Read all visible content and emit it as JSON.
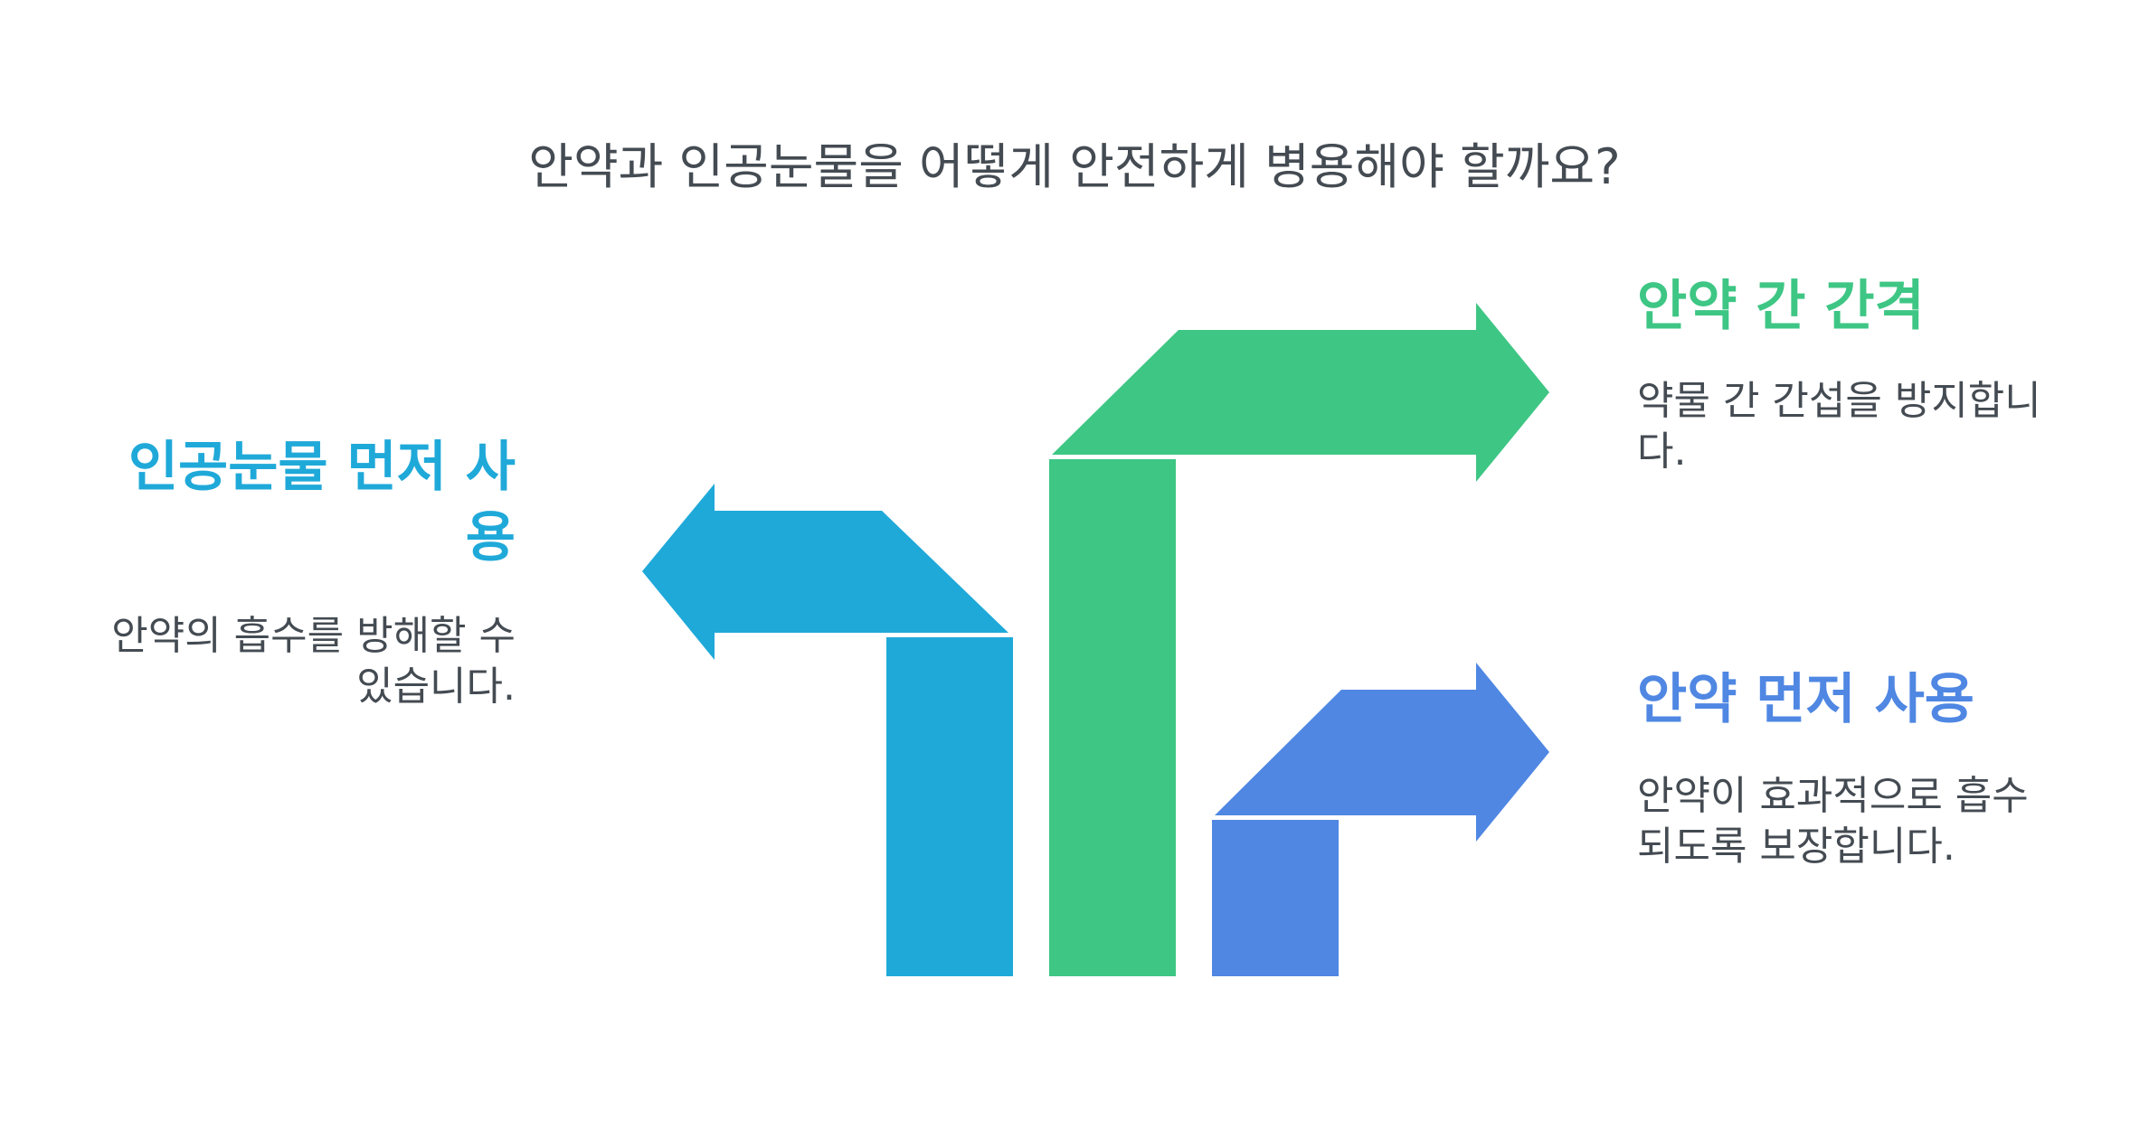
{
  "title": "안약과 인공눈물을 어떻게 안전하게 병용해야 할까요?",
  "colors": {
    "blue_option": "#1fa9d9",
    "green_option": "#3ec684",
    "indigo_option": "#4f87e3",
    "text": "#444b52"
  },
  "options": {
    "left": {
      "heading": "인공눈물 먼저 사용",
      "description": "안약의 흡수를 방해할 수 있습니다.",
      "color": "#1fa9d9",
      "arrow_direction": "left"
    },
    "top_right": {
      "heading": "안약 간 간격",
      "description": "약물 간 간섭을 방지합니다.",
      "color": "#3ec684",
      "arrow_direction": "right"
    },
    "bottom_right": {
      "heading": "안약 먼저 사용",
      "description": "안약이 효과적으로 흡수되도록 보장합니다.",
      "color": "#4f87e3",
      "arrow_direction": "right"
    }
  }
}
